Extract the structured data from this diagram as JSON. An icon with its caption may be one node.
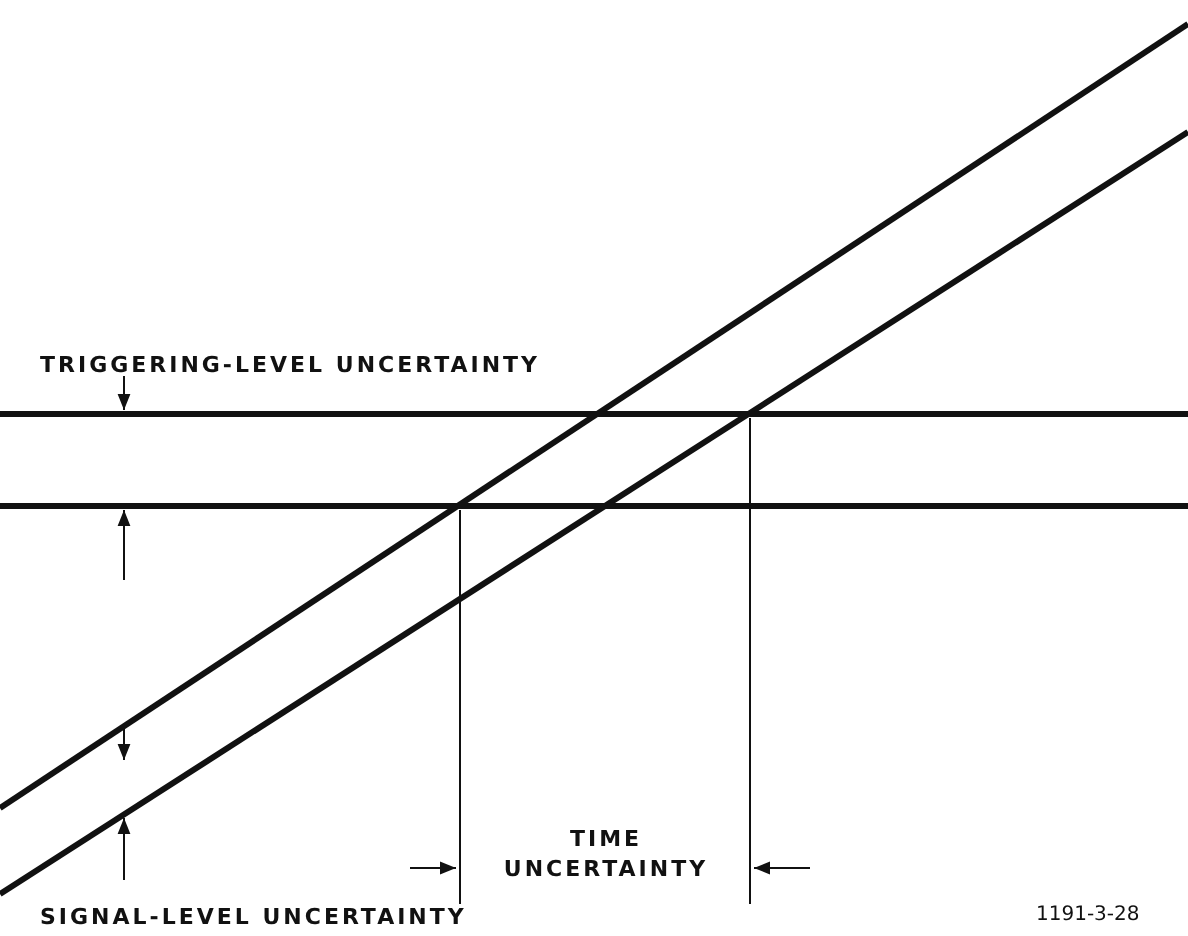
{
  "diagram": {
    "labels": [
      "TRIGGERING-LEVEL UNCERTAINTY",
      "TIME UNCERTAINTY",
      "SIGNAL-LEVEL UNCERTAINTY",
      "1191-3-28"
    ]
  }
}
